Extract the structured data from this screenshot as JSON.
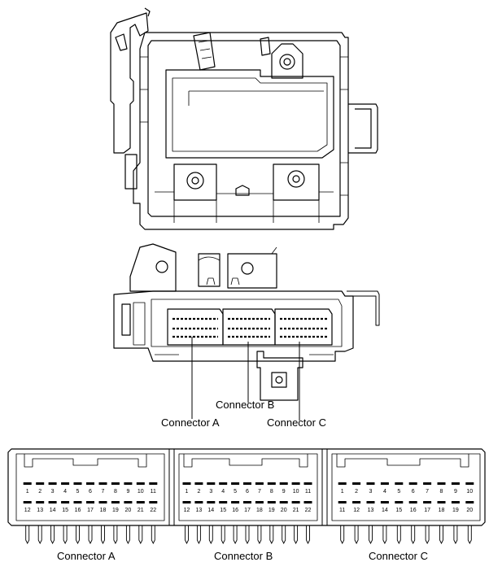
{
  "callouts": {
    "connector_a": "Connector A",
    "connector_b": "Connector B",
    "connector_c": "Connector C"
  },
  "connectors": [
    {
      "label": "Connector A",
      "top_pins": [
        "1",
        "2",
        "3",
        "4",
        "5",
        "6",
        "7",
        "8",
        "9",
        "10",
        "11"
      ],
      "bottom_pins": [
        "12",
        "13",
        "14",
        "15",
        "16",
        "17",
        "18",
        "19",
        "20",
        "21",
        "22"
      ]
    },
    {
      "label": "Connector B",
      "top_pins": [
        "1",
        "2",
        "3",
        "4",
        "5",
        "6",
        "7",
        "8",
        "9",
        "10",
        "11"
      ],
      "bottom_pins": [
        "12",
        "13",
        "14",
        "15",
        "16",
        "17",
        "18",
        "19",
        "20",
        "21",
        "22"
      ]
    },
    {
      "label": "Connector C",
      "top_pins": [
        "1",
        "2",
        "3",
        "4",
        "5",
        "6",
        "7",
        "8",
        "9",
        "10"
      ],
      "bottom_pins": [
        "11",
        "12",
        "13",
        "14",
        "15",
        "16",
        "17",
        "18",
        "19",
        "20"
      ]
    }
  ]
}
